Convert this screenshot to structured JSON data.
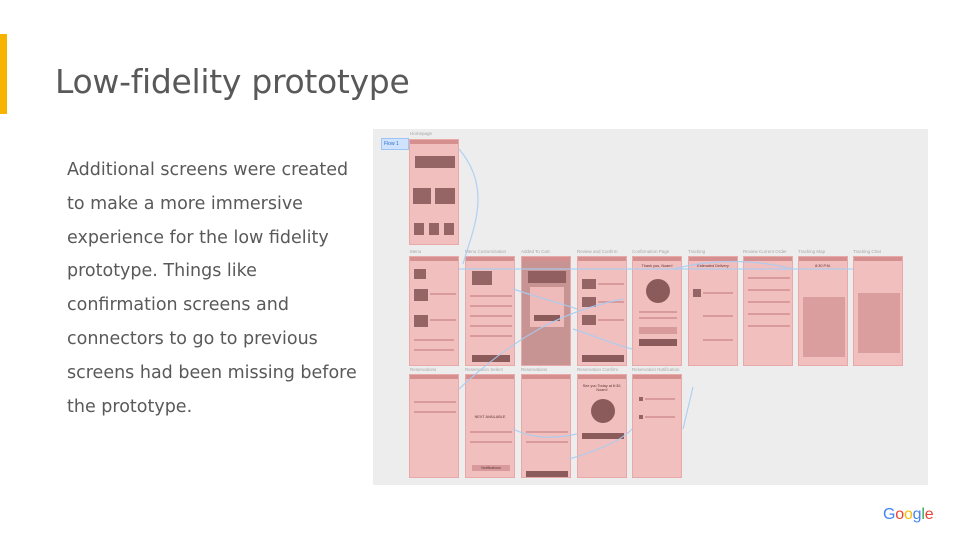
{
  "slide": {
    "title": "Low-fidelity prototype",
    "body_lines": [
      "Additional screens were created",
      "to make a more immersive",
      "experience for the low fidelity",
      "prototype. Things like",
      "confirmation screens and",
      "connectors to go to previous",
      "screens had been missing before",
      "the prototype."
    ],
    "accent_color": "#f6b400",
    "text_color": "#595959"
  },
  "prototype": {
    "flow_label": "Flow 1",
    "top_section_label": "Homepage",
    "row1_labels": [
      "Menu",
      "Menu Customization",
      "Added To Cart",
      "Review and Confirm",
      "Confirmation Page",
      "Tracking",
      "Review Current Order",
      "Tracking Map",
      "Tracking Chat"
    ],
    "row2_labels": [
      "Reservations",
      "Reservation Select",
      "Reservations",
      "Reservation Confirm",
      "Reservation Notification"
    ],
    "screen_texts": {
      "thank_you": "Thank you, Noam!",
      "estimated_delivery": "Estimated Delivery",
      "delivery_time": "8:30 P.M.",
      "see_you": "See you Today at 6:30, Noam!",
      "next_available": "NEXT AVAILABLE",
      "notifications": "Notifications"
    },
    "colors": {
      "screen_fill": "#f2bfbf",
      "block_fill": "#8b5a5a",
      "connector": "#a8cdf2",
      "panel_bg": "#ededed"
    }
  },
  "logo": {
    "text": "Google",
    "letters": [
      "G",
      "o",
      "o",
      "g",
      "l",
      "e"
    ],
    "colors": [
      "#4285f4",
      "#ea4335",
      "#fbbc05",
      "#4285f4",
      "#34a853",
      "#ea4335"
    ]
  }
}
